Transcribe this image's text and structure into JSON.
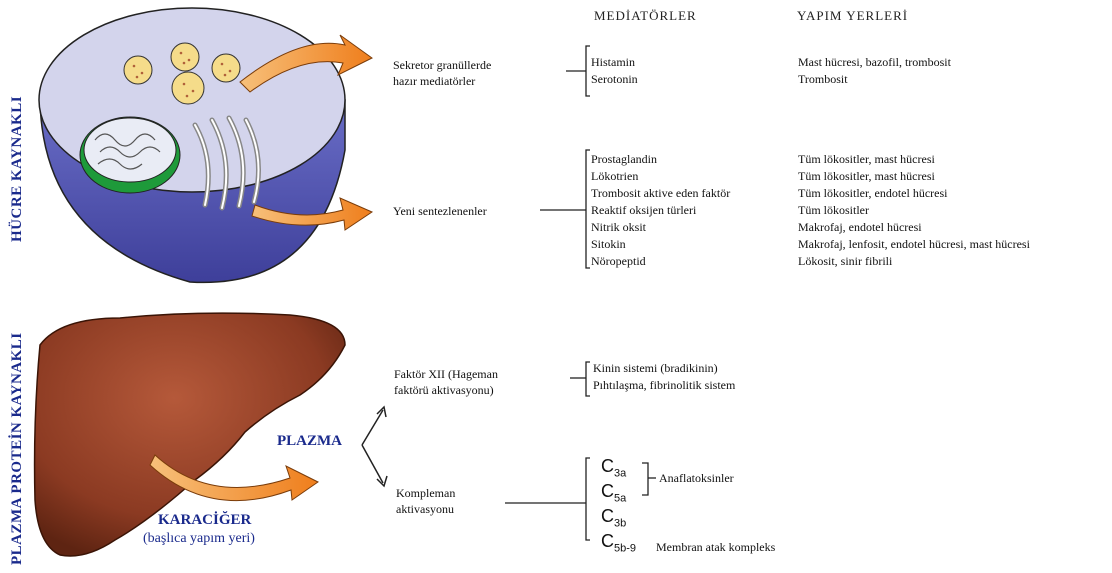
{
  "side_labels": {
    "cell": "HÜCRE KAYNAKLI",
    "plasma": "PLAZMA PROTEİN KAYNAKLI"
  },
  "headers": {
    "mediators": "MEDİATÖRLER",
    "sites": "YAPIM YERLERİ"
  },
  "cell_section": {
    "preformed_label_1": "Sekretor granüllerde",
    "preformed_label_2": "hazır mediatörler",
    "new_label": "Yeni sentezlenenler",
    "preformed": [
      {
        "mediator": "Histamin",
        "site": "Mast hücresi, bazofil, trombosit"
      },
      {
        "mediator": "Serotonin",
        "site": "Trombosit"
      }
    ],
    "new": [
      {
        "mediator": "Prostaglandin",
        "site": "Tüm lökositler, mast hücresi"
      },
      {
        "mediator": "Lökotrien",
        "site": "Tüm lökositler, mast hücresi"
      },
      {
        "mediator": "Trombosit aktive eden faktör",
        "site": "Tüm lökositler, endotel hücresi"
      },
      {
        "mediator": "Reaktif oksijen türleri",
        "site": "Tüm lökositler"
      },
      {
        "mediator": "Nitrik oksit",
        "site": "Makrofaj, endotel hücresi"
      },
      {
        "mediator": "Sitokin",
        "site": "Makrofaj, lenfosit, endotel hücresi, mast hücresi"
      },
      {
        "mediator": "Nöropeptid",
        "site": "Lökosit, sinir fibrili"
      }
    ]
  },
  "plasma_section": {
    "plasma_label": "PLAZMA",
    "liver_label": "KARACİĞER",
    "liver_sub": "(başlıca yapım yeri)",
    "factor_label_1": "Faktör XII (Hageman",
    "factor_label_2": "faktörü aktivasyonu)",
    "factor_items": [
      "Kinin sistemi (bradikinin)",
      "Pıhtılaşma, fibrinolitik sistem"
    ],
    "complement_label_1": "Kompleman",
    "complement_label_2": "aktivasyonu",
    "complement": [
      {
        "base": "C",
        "sub": "3a"
      },
      {
        "base": "C",
        "sub": "5a"
      },
      {
        "base": "C",
        "sub": "3b"
      },
      {
        "base": "C",
        "sub": "5b-9"
      }
    ],
    "anaphylatoxins": "Anaflatoksinler",
    "mac": "Membran atak kompleks"
  },
  "colors": {
    "side_label": "#1a2a8c",
    "arrow": "#f08a2a",
    "liver": "#8b3a22",
    "cell_top": "#cfd0ea",
    "cell_side": "#5b5fb8"
  }
}
